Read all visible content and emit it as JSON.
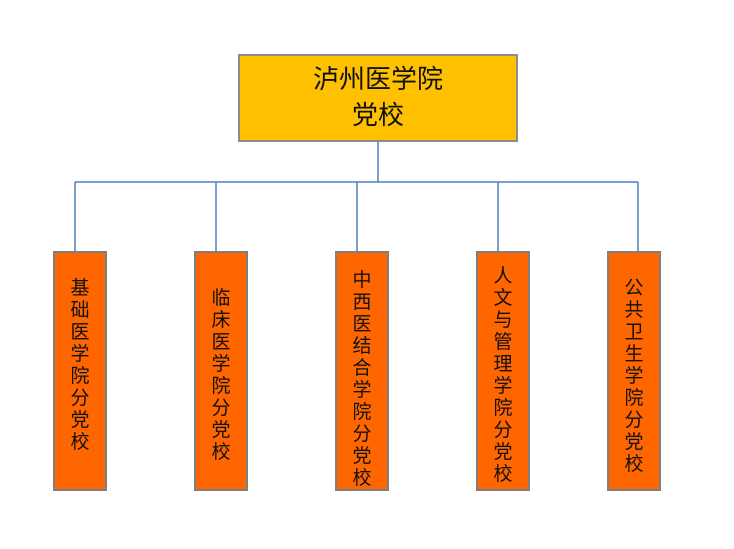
{
  "root": {
    "lines": [
      "泸州医学院",
      "党校"
    ],
    "color": "#ffc000"
  },
  "children": [
    {
      "label": "基础医学院分党校",
      "color": "#ff6600"
    },
    {
      "label": "临床医学院分党校",
      "color": "#ff6600"
    },
    {
      "label": "中西医结合学院分党校",
      "color": "#ff6600"
    },
    {
      "label": "人文与管理学院分党校",
      "color": "#ff6600"
    },
    {
      "label": "公共卫生学院分党校",
      "color": "#ff6600"
    }
  ],
  "connector_color": "#4f81bd"
}
